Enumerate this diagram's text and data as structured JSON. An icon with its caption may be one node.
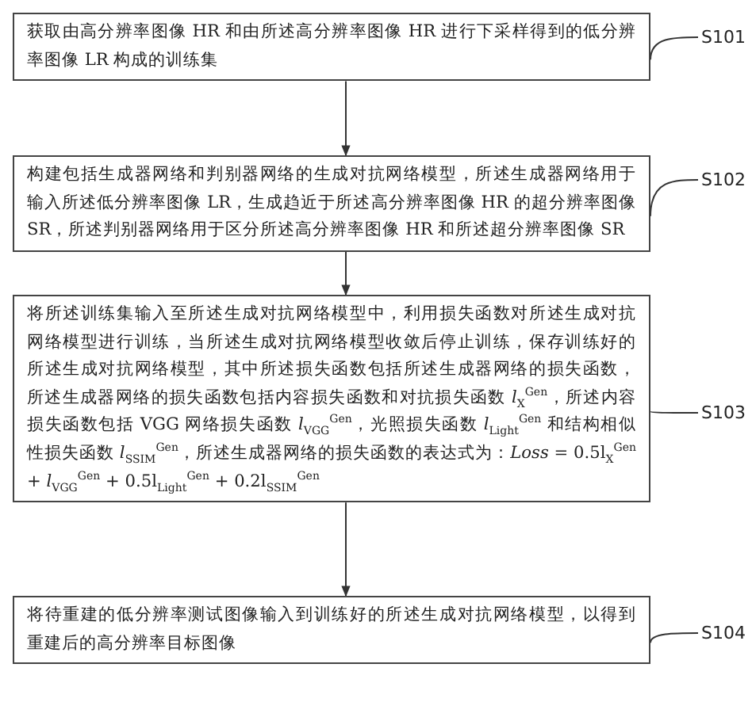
{
  "diagram": {
    "nodes": [
      {
        "text": [
          "获取由高分辨率图像 HR 和由所述高分辨率图像 HR 进行下采样得到的低分辨率图像 LR 构成的训练集"
        ]
      },
      {
        "text": [
          "S101"
        ]
      },
      {
        "text": [
          "构建包括生成器网络和判别器网络的生成对抗网络模型，所述生成器网络用于输入所述低分辨率图像 LR，生成趋近于所述高分辨率图像 HR 的超分辨率图像 SR，所述判别器网络用于区分所述高分辨率图像 HR 和所述超分辨率图像 SR"
        ]
      },
      {
        "text": [
          "S102"
        ]
      },
      {
        "text": [
          "将所述训练集输入至所述生成对抗网络模型中，利用损失函数对所述生成对抗网络模型进行训练，当所述生成对抗网络模型收敛后停止训练，保存训练好的所述生成对抗网络模型，其中所述损失函数包括所述生成器网络的损失函数，所述生成器网络的损失函数包括内容损失函数和对抗损失函数 *l*$_{X}$$^{Gen}$，所述内容损失函数包括 VGG 网络损失函数 *l*$_{VGG}$$^{Gen}$，光照损失函数 *l*$_{Light}$$^{Gen}$ 和结构相似性损失函数 *l*$_{SSIM}$$^{Gen}$，所述生成器网络的损失函数的表达式为：*Loss* = 0.5l$_{X}$$^{Gen}$ + *l*$_{VGG}$$^{Gen}$ + 0.5l$_{Light}$$^{Gen}$ + 0.2l$_{SSIM}$$^{Gen}$"
        ]
      },
      {
        "text": [
          "S103"
        ]
      },
      {
        "text": [
          "将待重建的低分辨率测试图像输入到训练好的所述生成对抗网络模型，以得到重建后的高分辨率目标图像"
        ]
      },
      {
        "text": [
          "S104"
        ]
      }
    ],
    "edges": [
      {
        "from": 0,
        "to": 2,
        "arrow": "to"
      },
      {
        "from": 2,
        "to": 4,
        "arrow": "to"
      },
      {
        "from": 4,
        "to": 6,
        "arrow": "to"
      },
      {
        "from": 1,
        "to": 0,
        "arrow": "none"
      },
      {
        "from": 3,
        "to": 2,
        "arrow": "none"
      },
      {
        "from": 5,
        "to": 4,
        "arrow": "none"
      },
      {
        "from": 7,
        "to": 6,
        "arrow": "none"
      }
    ]
  }
}
